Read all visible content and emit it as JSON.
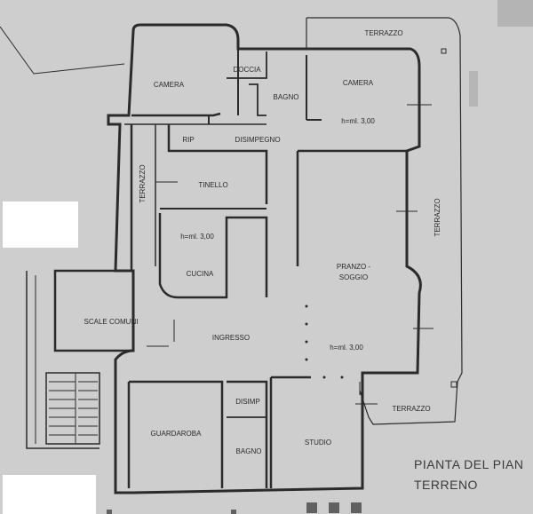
{
  "rooms": {
    "camera_left": "CAMERA",
    "doccia": "DOCCIA",
    "bagno_top": "BAGNO",
    "camera_right": "CAMERA",
    "h_camera": "h=ml. 3,00",
    "rip": "RIP",
    "disimpegno": "DISIMPEGNO",
    "terrazzo_top": "TERRAZZO",
    "terrazzo_left": "TERRAZZO",
    "terrazzo_right": "TERRAZZO",
    "terrazzo_bottom": "TERRAZZO",
    "tinello": "TINELLO",
    "h_cucina": "h=ml. 3,00",
    "cucina": "CUCINA",
    "pranzo": "PRANZO -",
    "soggio": "SOGGIO",
    "scale_comuni": "SCALE COMUNI",
    "ingresso": "INGRESSO",
    "h_pranzo": "h=ml. 3,00",
    "disimp": "DISIMP",
    "guardaroba": "GUARDAROBA",
    "bagno_bottom": "BAGNO",
    "studio": "STUDIO"
  },
  "caption": {
    "line1": "PIANTA DEL PIAN",
    "line2": "TERRENO"
  }
}
